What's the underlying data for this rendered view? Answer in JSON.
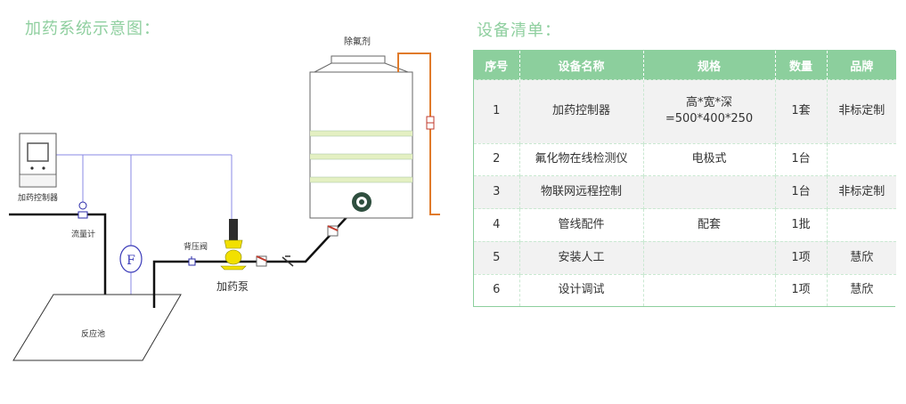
{
  "left_title": "加药系统示意图：",
  "right_title": "设备清单：",
  "diagram": {
    "controller_label": "加药控制器",
    "flowmeter_label": "流量计",
    "backpressure_label": "背压阀",
    "pump_label": "加药泵",
    "tank_label": "除氟剂",
    "pool_label": "反应池",
    "flow_symbol": "F"
  },
  "equipment": {
    "headers": [
      "序号",
      "设备名称",
      "规格",
      "数量",
      "品牌"
    ],
    "rows": [
      {
        "no": "1",
        "name": "加药控制器",
        "spec": [
          "高*宽*深",
          "=500*400*250"
        ],
        "qty": "1套",
        "brand": "非标定制"
      },
      {
        "no": "2",
        "name": "氟化物在线检测仪",
        "spec": [
          "电极式"
        ],
        "qty": "1台",
        "brand": ""
      },
      {
        "no": "3",
        "name": "物联网远程控制",
        "spec": [],
        "qty": "1台",
        "brand": "非标定制"
      },
      {
        "no": "4",
        "name": "管线配件",
        "spec": [
          "配套"
        ],
        "qty": "1批",
        "brand": ""
      },
      {
        "no": "5",
        "name": "安装人工",
        "spec": [],
        "qty": "1项",
        "brand": "慧欣"
      },
      {
        "no": "6",
        "name": "设计调试",
        "spec": [],
        "qty": "1项",
        "brand": "慧欣"
      }
    ]
  },
  "colors": {
    "accent": "#8ccf9d",
    "signal_line": "#8a8ae6",
    "tank_band": "#e4f0c2",
    "overflow_pipe": "#e07a2a",
    "pump_yellow": "#f2e000"
  }
}
